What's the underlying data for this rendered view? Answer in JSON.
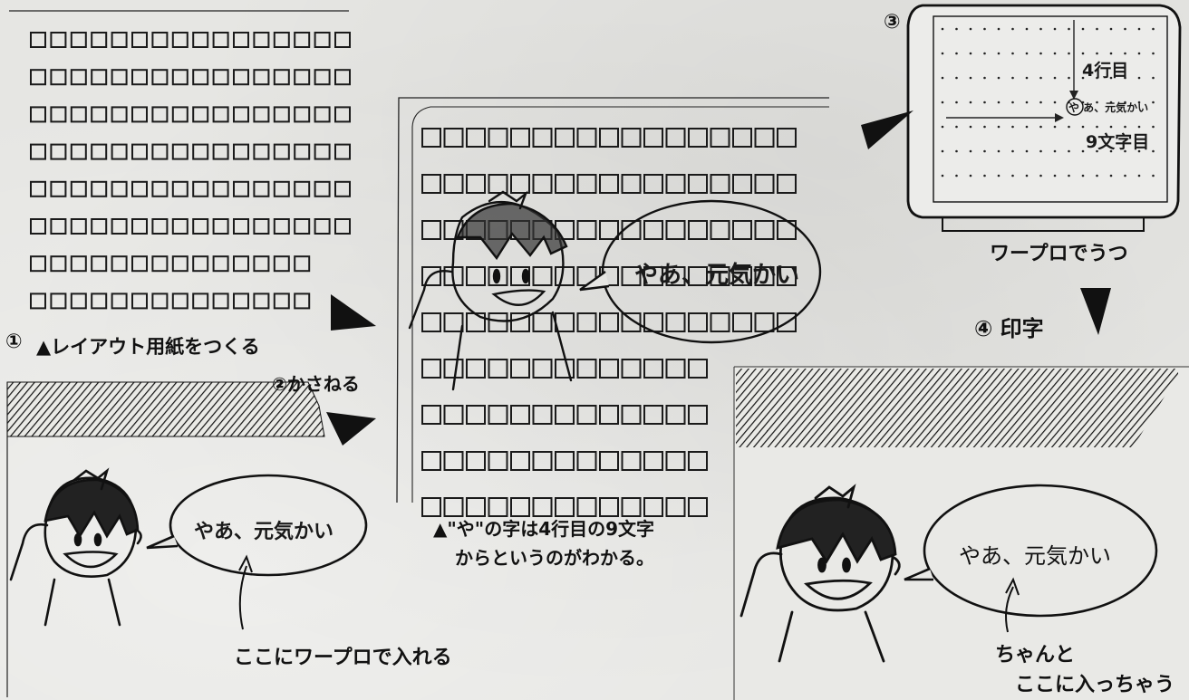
{
  "steps": {
    "one_num": "①",
    "one_label": "▲レイアウト用紙をつくる",
    "two_label": "②かさねる",
    "three_num": "③",
    "three_screen_row": "4行目",
    "three_screen_col": "9文字目",
    "three_screen_text": "や あ、元気かい",
    "three_caption": "ワープロでうつ",
    "four_label": "④ 印字"
  },
  "overlay": {
    "bubble_text": "やあ、元気かい",
    "caption_line1": "▲\"や\"の字は4行目の9文字",
    "caption_line2": "からというのがわかる。"
  },
  "before": {
    "bubble_text": "やあ、元気かい",
    "note": "ここにワープロで入れる"
  },
  "after": {
    "bubble_text": "やあ、元気かい",
    "note_line1": "ちゃんと",
    "note_line2": "ここに入っちゃう"
  }
}
